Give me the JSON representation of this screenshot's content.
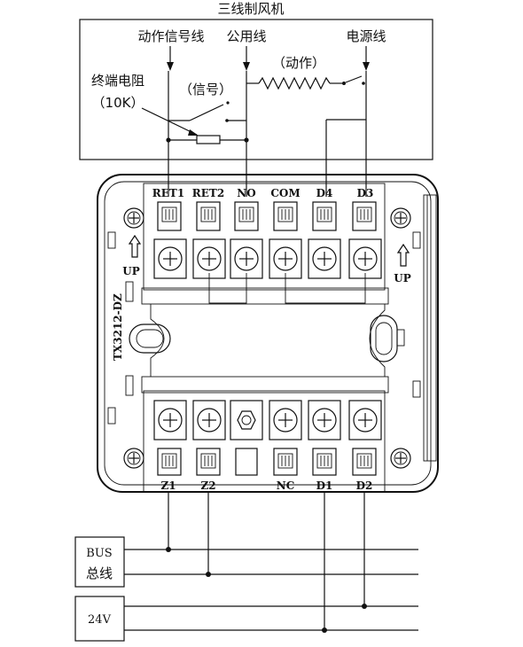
{
  "title": "三线制风机",
  "labels": {
    "action_signal_line": "动作信号线",
    "common_line": "公用线",
    "power_line": "电源线",
    "action": "（动作）",
    "signal": "（信号）",
    "end_resistor": "终端电阻",
    "resistor_value": "（10K）"
  },
  "terminals_top": [
    "RET1",
    "RET2",
    "NO",
    "COM",
    "D4",
    "D3"
  ],
  "terminals_bottom": [
    "Z1",
    "Z2",
    "NC",
    "D1",
    "D2"
  ],
  "model": "TX3212-DZ",
  "up_label": "UP",
  "bus_box": {
    "line1": "BUS",
    "line2": "总线"
  },
  "power_box": {
    "label": "24V"
  }
}
